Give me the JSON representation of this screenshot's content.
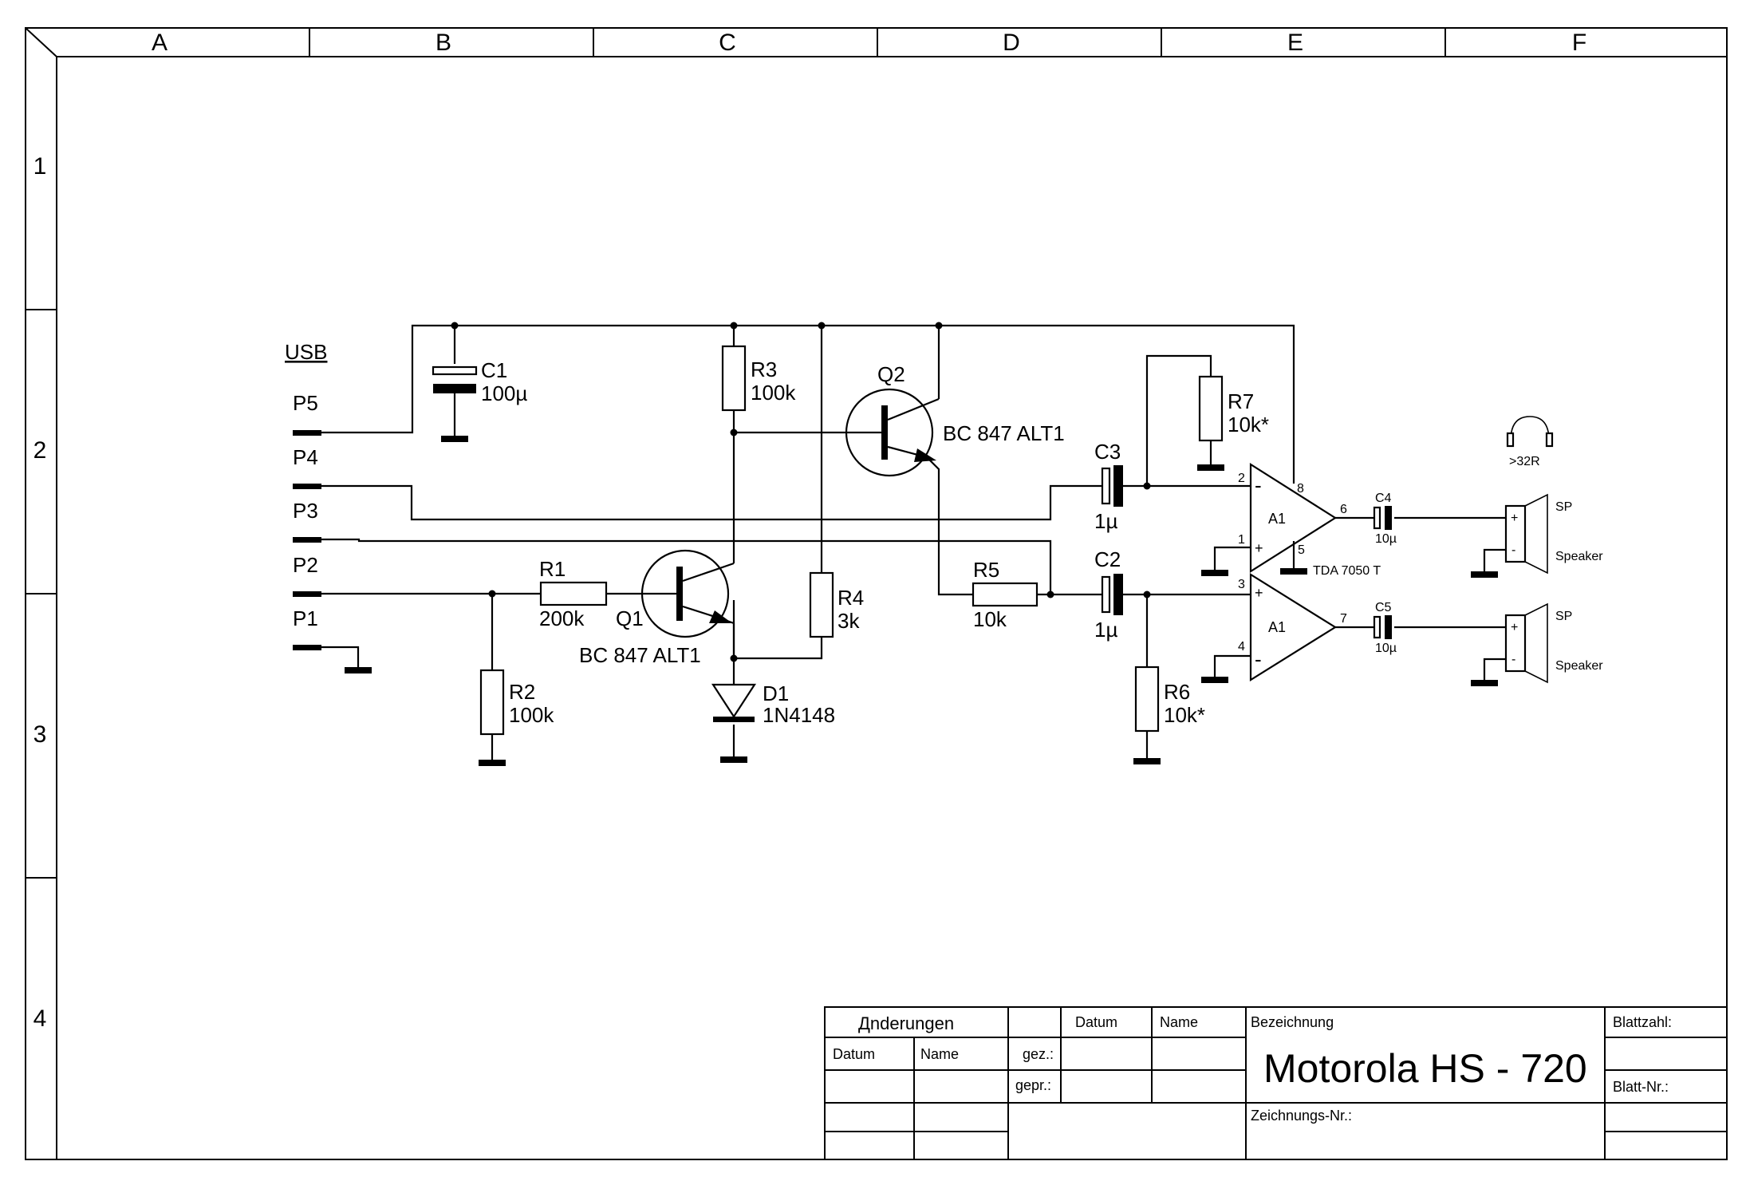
{
  "frame": {
    "columns": [
      "A",
      "B",
      "C",
      "D",
      "E",
      "F"
    ],
    "rows": [
      "1",
      "2",
      "3",
      "4"
    ]
  },
  "connector": {
    "title": "USB",
    "pins": [
      "P5",
      "P4",
      "P3",
      "P2",
      "P1"
    ]
  },
  "components": {
    "C1": {
      "ref": "C1",
      "value": "100µ"
    },
    "R1": {
      "ref": "R1",
      "value": "200k"
    },
    "R2": {
      "ref": "R2",
      "value": "100k"
    },
    "R3": {
      "ref": "R3",
      "value": "100k"
    },
    "R4": {
      "ref": "R4",
      "value": "3k"
    },
    "R5": {
      "ref": "R5",
      "value": "10k"
    },
    "R6": {
      "ref": "R6",
      "value": "10k*"
    },
    "R7": {
      "ref": "R7",
      "value": "10k*"
    },
    "Q1": {
      "ref": "Q1",
      "value": "BC 847 ALT1"
    },
    "Q2": {
      "ref": "Q2",
      "value": "BC 847 ALT1"
    },
    "D1": {
      "ref": "D1",
      "value": "1N4148"
    },
    "C2": {
      "ref": "C2",
      "value": "1µ"
    },
    "C3": {
      "ref": "C3",
      "value": "1µ"
    },
    "C4": {
      "ref": "C4",
      "value": "10µ"
    },
    "C5": {
      "ref": "C5",
      "value": "10µ"
    },
    "A1_top": {
      "ref": "A1",
      "part": "TDA 7050 T",
      "pins": {
        "inv": "2",
        "noninv": "1",
        "vcc": "8",
        "out": "6",
        "gnd": "5"
      }
    },
    "A1_bot": {
      "ref": "A1",
      "pins": {
        "noninv": "3",
        "inv": "4",
        "out": "7"
      }
    },
    "SP_top": {
      "ref": "SP",
      "name": "Speaker",
      "plus": "+",
      "minus": "-"
    },
    "SP_bot": {
      "ref": "SP",
      "name": "Speaker",
      "plus": "+",
      "minus": "-"
    },
    "headphones": {
      "label": ">32R"
    },
    "amp_in_plus": "+",
    "amp_in_minus": "-"
  },
  "title_block": {
    "changes_header": "Дnderungen",
    "datum": "Datum",
    "name": "Name",
    "gez": "gez.:",
    "gepr": "gepr.:",
    "bezeichnung": "Bezeichnung",
    "title": "Motorola HS - 720",
    "zeichnungs_nr": "Zeichnungs-Nr.:",
    "blattzahl": "Blattzahl:",
    "blatt_nr": "Blatt-Nr.:"
  }
}
